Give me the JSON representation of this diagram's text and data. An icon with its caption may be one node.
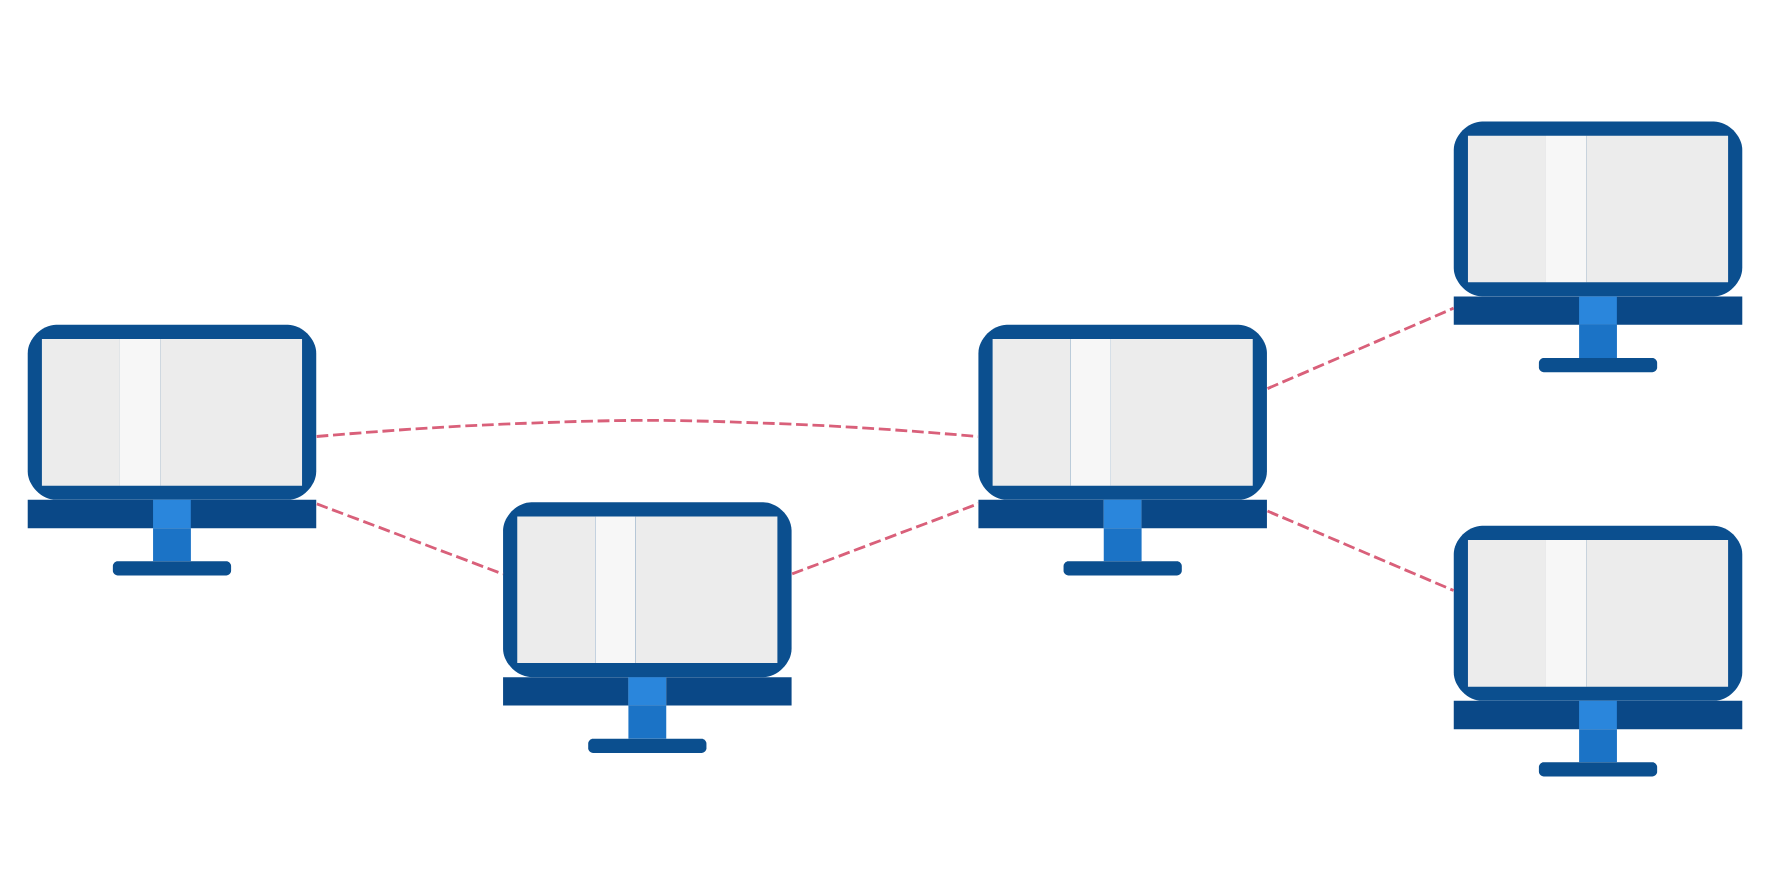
{
  "diagram": {
    "nodes": [
      {
        "text": [],
        "shape": "picture"
      },
      {
        "text": [],
        "shape": "picture"
      },
      {
        "text": [],
        "shape": "picture"
      },
      {
        "text": [],
        "shape": "picture"
      },
      {
        "text": [],
        "shape": "picture"
      }
    ],
    "edges": [
      {
        "from": 0,
        "to": 2,
        "arrow": "none",
        "style": "dashed"
      },
      {
        "from": 0,
        "to": 3,
        "arrow": "none",
        "style": "dashed"
      },
      {
        "from": 3,
        "to": 2,
        "arrow": "none",
        "style": "dashed"
      },
      {
        "from": 2,
        "to": 1,
        "arrow": "none",
        "style": "dashed"
      },
      {
        "from": 2,
        "to": 4,
        "arrow": "none",
        "style": "dashed"
      }
    ]
  }
}
